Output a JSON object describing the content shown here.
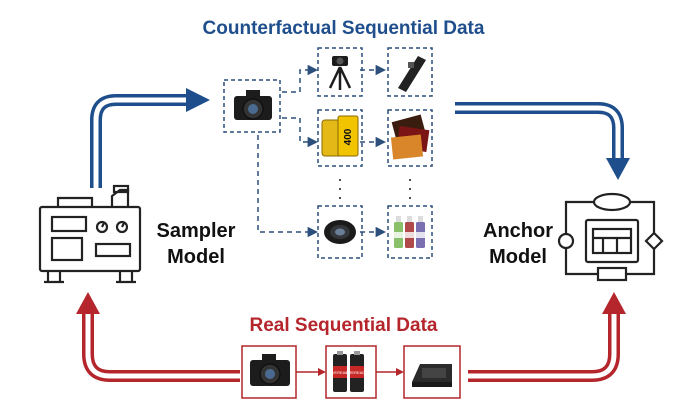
{
  "titles": {
    "counterfactual": "Counterfactual Sequential Data",
    "real": "Real Sequential Data"
  },
  "models": {
    "sampler_line1": "Sampler",
    "sampler_line2": "Model",
    "anchor_line1": "Anchor",
    "anchor_line2": "Model"
  },
  "product_labels": {
    "film_box": "400",
    "battery_brand": "EVEREADY"
  },
  "colors": {
    "counterfactual_blue": "#1f4e8c",
    "real_red": "#b4262c",
    "dashed_border": "#2c4f7c"
  },
  "icons": {
    "sampler": "generator-machine-icon",
    "anchor": "flowchart-workflow-icon",
    "items": [
      "camera",
      "tripod",
      "camera-grip",
      "film-roll",
      "photo-prints",
      "zoom-lens",
      "lens-cleaning-spray",
      "batteries",
      "battery-charger"
    ]
  }
}
